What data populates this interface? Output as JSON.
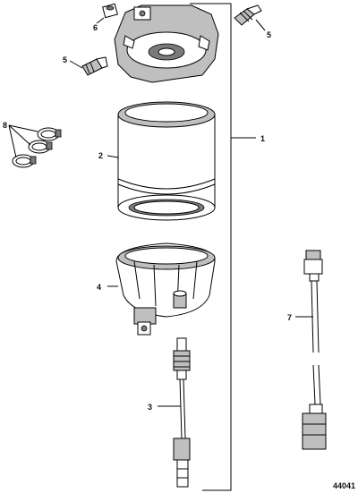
{
  "callouts": {
    "c1": "1",
    "c2": "2",
    "c3": "3",
    "c4": "4",
    "c5a": "5",
    "c5b": "5",
    "c6": "6",
    "c7": "7",
    "c8": "8"
  },
  "figure_number": "44041"
}
